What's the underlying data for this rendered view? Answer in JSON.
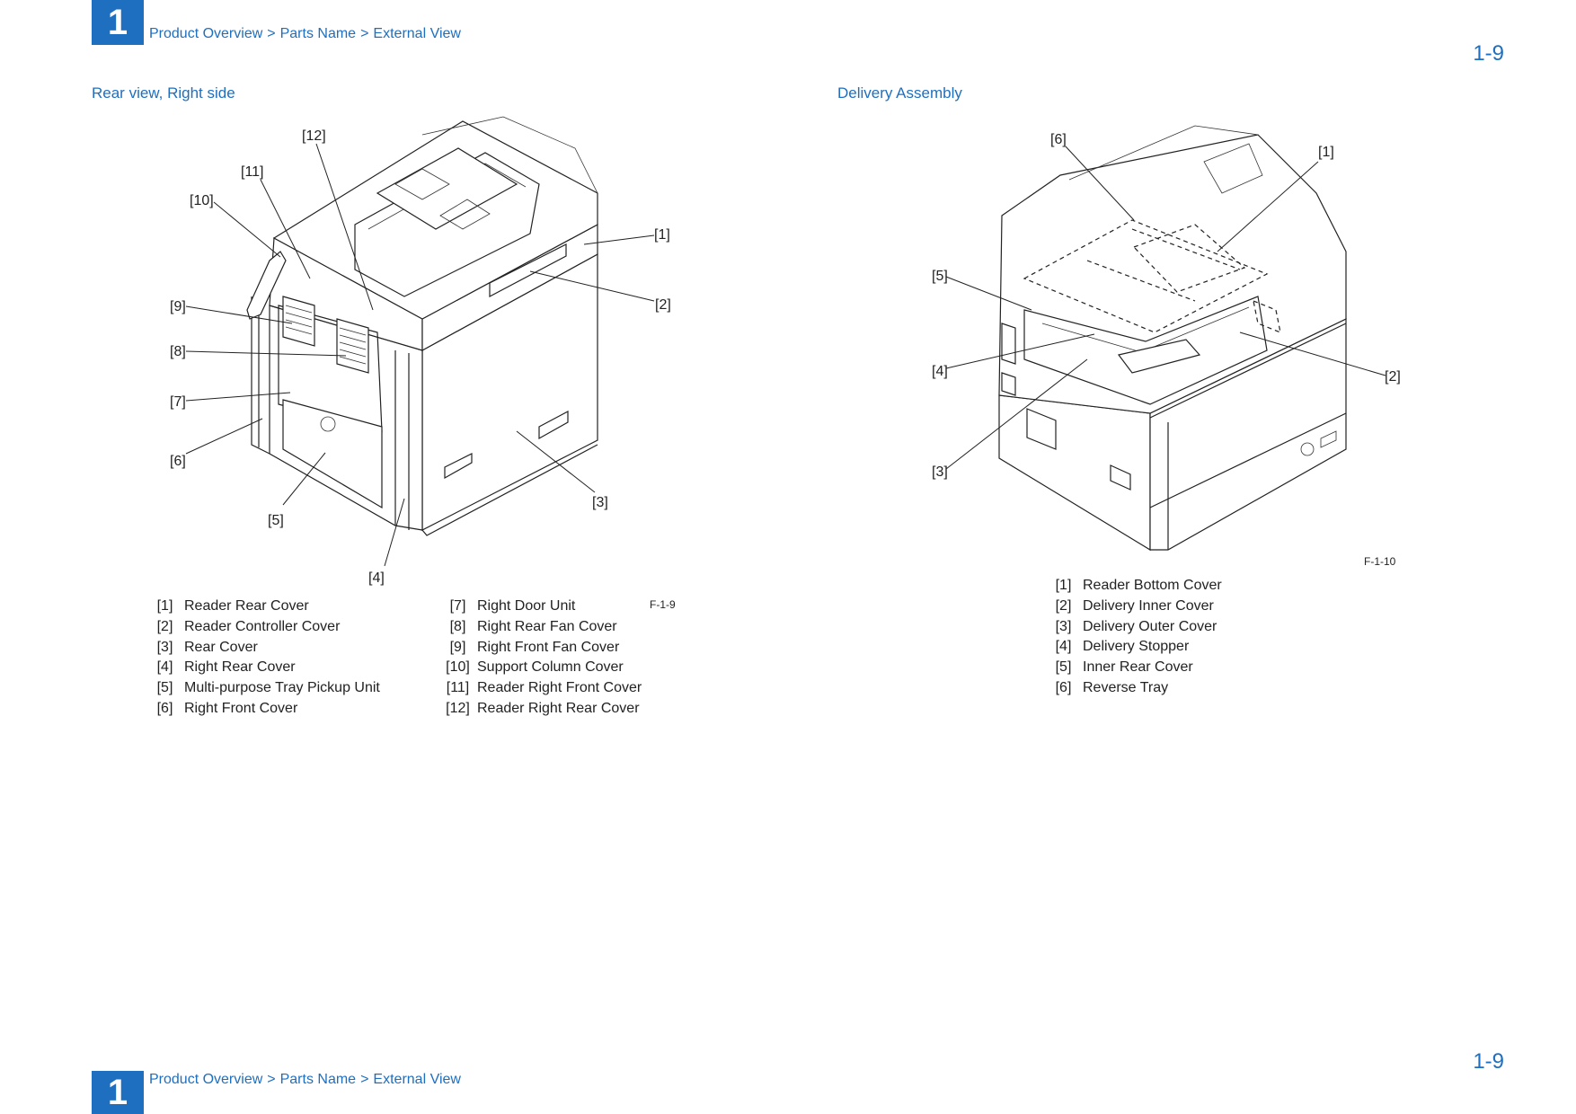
{
  "header": {
    "chapter": "1",
    "breadcrumb": [
      "Product Overview",
      "Parts Name",
      "External View"
    ],
    "separator": ">",
    "page_number": "1-9"
  },
  "footer": {
    "chapter": "1",
    "breadcrumb": [
      "Product Overview",
      "Parts Name",
      "External View"
    ],
    "separator": ">",
    "page_number": "1-9"
  },
  "colors": {
    "accent": "#1e6fbf",
    "text": "#222222"
  },
  "left_section": {
    "title": "Rear view, Right side",
    "figure_id": "F-1-9",
    "callouts": [
      "[1]",
      "[2]",
      "[3]",
      "[4]",
      "[5]",
      "[6]",
      "[7]",
      "[8]",
      "[9]",
      "[10]",
      "[11]",
      "[12]"
    ],
    "legend_col1": [
      {
        "num": "[1]",
        "label": "Reader Rear Cover"
      },
      {
        "num": "[2]",
        "label": "Reader Controller Cover"
      },
      {
        "num": "[3]",
        "label": "Rear Cover"
      },
      {
        "num": "[4]",
        "label": "Right Rear Cover"
      },
      {
        "num": "[5]",
        "label": "Multi-purpose Tray Pickup Unit"
      },
      {
        "num": "[6]",
        "label": "Right Front Cover"
      }
    ],
    "legend_col2": [
      {
        "num": "[7]",
        "label": "Right Door Unit"
      },
      {
        "num": "[8]",
        "label": "Right Rear Fan Cover"
      },
      {
        "num": "[9]",
        "label": "Right Front Fan Cover"
      },
      {
        "num": "[10]",
        "label": "Support Column Cover"
      },
      {
        "num": "[11]",
        "label": "Reader Right Front Cover"
      },
      {
        "num": "[12]",
        "label": "Reader Right Rear Cover"
      }
    ]
  },
  "right_section": {
    "title": "Delivery Assembly",
    "figure_id": "F-1-10",
    "callouts": [
      "[1]",
      "[2]",
      "[3]",
      "[4]",
      "[5]",
      "[6]"
    ],
    "legend": [
      {
        "num": "[1]",
        "label": "Reader Bottom Cover"
      },
      {
        "num": "[2]",
        "label": "Delivery Inner Cover"
      },
      {
        "num": "[3]",
        "label": "Delivery Outer Cover"
      },
      {
        "num": "[4]",
        "label": "Delivery Stopper"
      },
      {
        "num": "[5]",
        "label": "Inner Rear Cover"
      },
      {
        "num": "[6]",
        "label": "Reverse Tray"
      }
    ]
  }
}
